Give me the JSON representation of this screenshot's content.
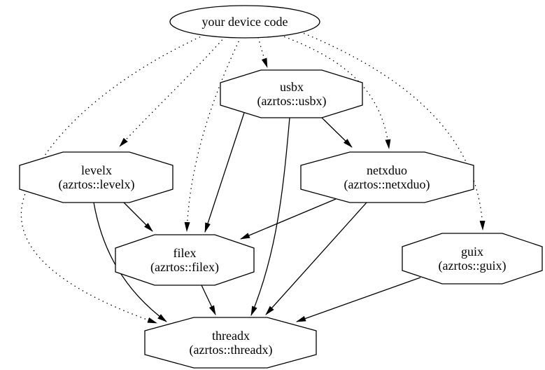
{
  "diagram": {
    "background_color": "#ffffff",
    "line_color": "#000000",
    "node_fill_color": "#ffffff",
    "nodes": {
      "device": {
        "label": "your device code",
        "shape": "ellipse"
      },
      "usbx": {
        "label": "usbx",
        "sublabel": "(azrtos::usbx)",
        "shape": "octagon"
      },
      "levelx": {
        "label": "levelx",
        "sublabel": "(azrtos::levelx)",
        "shape": "octagon"
      },
      "netxduo": {
        "label": "netxduo",
        "sublabel": "(azrtos::netxduo)",
        "shape": "octagon"
      },
      "filex": {
        "label": "filex",
        "sublabel": "(azrtos::filex)",
        "shape": "octagon"
      },
      "guix": {
        "label": "guix",
        "sublabel": "(azrtos::guix)",
        "shape": "octagon"
      },
      "threadx": {
        "label": "threadx",
        "sublabel": "(azrtos::threadx)",
        "shape": "octagon"
      }
    },
    "edges": [
      {
        "from": "device",
        "to": "usbx",
        "style": "dotted"
      },
      {
        "from": "device",
        "to": "levelx",
        "style": "dotted"
      },
      {
        "from": "device",
        "to": "filex",
        "style": "dotted"
      },
      {
        "from": "device",
        "to": "netxduo",
        "style": "dotted"
      },
      {
        "from": "device",
        "to": "guix",
        "style": "dotted"
      },
      {
        "from": "device",
        "to": "threadx",
        "style": "dotted"
      },
      {
        "from": "usbx",
        "to": "netxduo",
        "style": "solid"
      },
      {
        "from": "usbx",
        "to": "filex",
        "style": "solid"
      },
      {
        "from": "usbx",
        "to": "threadx",
        "style": "solid"
      },
      {
        "from": "levelx",
        "to": "filex",
        "style": "solid"
      },
      {
        "from": "levelx",
        "to": "threadx",
        "style": "solid"
      },
      {
        "from": "netxduo",
        "to": "filex",
        "style": "solid"
      },
      {
        "from": "netxduo",
        "to": "threadx",
        "style": "solid"
      },
      {
        "from": "filex",
        "to": "threadx",
        "style": "solid"
      },
      {
        "from": "guix",
        "to": "threadx",
        "style": "solid"
      }
    ]
  }
}
